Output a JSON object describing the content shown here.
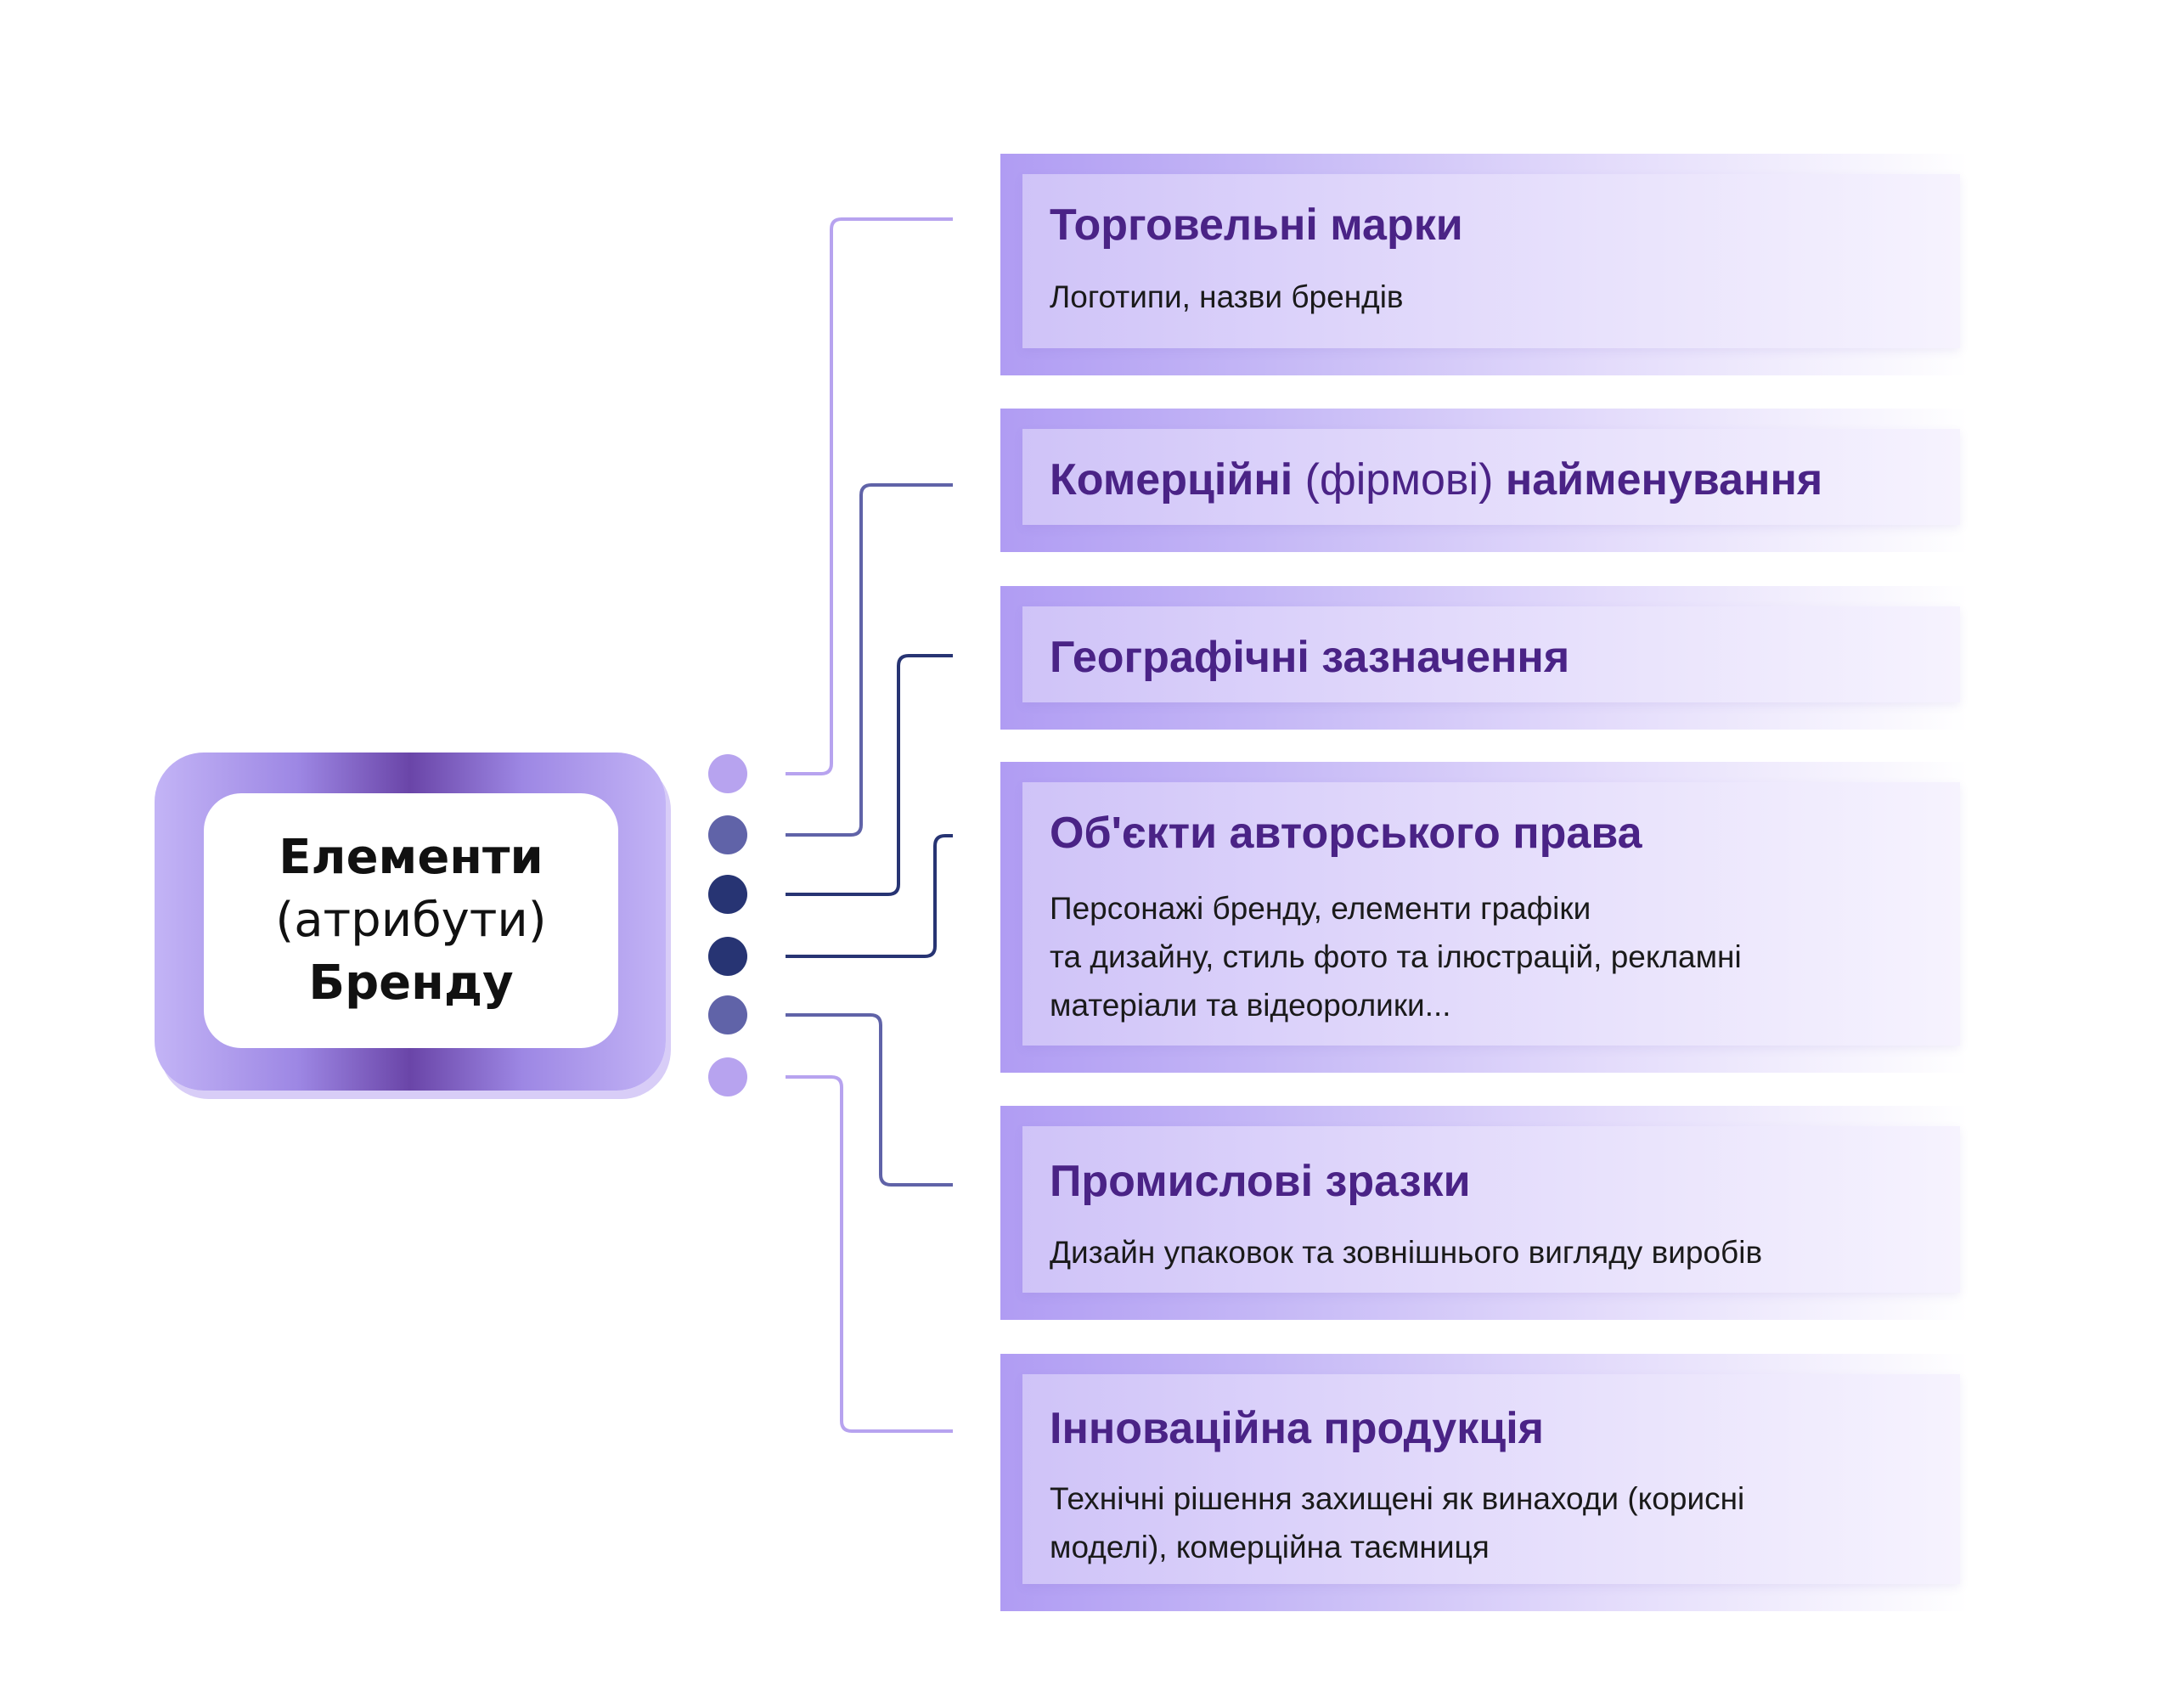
{
  "hub": {
    "line1": "Елементи",
    "line2": "(атрибути)",
    "line3": "Бренду"
  },
  "colors": {
    "light_violet": "#b7a3ef",
    "slate_violet": "#6063a8",
    "navy": "#273473",
    "title": "#4a2386"
  },
  "cards": [
    {
      "title": "Торговельні марки",
      "description": "Логотипи, назви брендів"
    },
    {
      "title_parts": [
        "Комерційні",
        " (фірмові) ",
        "найменування"
      ]
    },
    {
      "title": "Географічні зазначення"
    },
    {
      "title": "Об'єкти авторського права",
      "description": "Персонажі бренду, елементи графіки\nта дизайну, стиль фото та ілюстрацій, рекламні\nматеріали та відеоролики..."
    },
    {
      "title": "Промислові зразки",
      "description": "Дизайн упаковок та зовнішнього вигляду виробів"
    },
    {
      "title": "Інноваційна продукція",
      "description": "Технічні рішення захищені як винаходи (корисні\nмоделі), комерційна таємниця"
    }
  ]
}
